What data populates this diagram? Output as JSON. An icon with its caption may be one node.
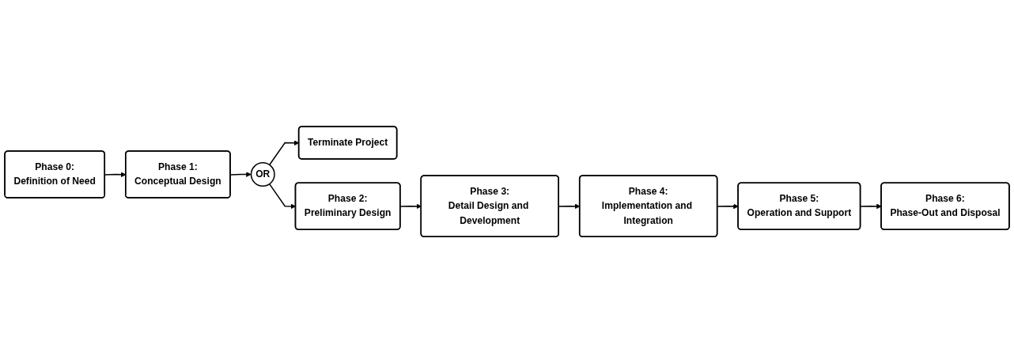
{
  "diagram": {
    "nodes": [
      {
        "text": [
          "Terminate Project"
        ]
      },
      {
        "text": [
          "Phase 0:",
          "Definition of Need"
        ]
      },
      {
        "text": [
          "Phase 1:",
          "Conceptual Design"
        ]
      },
      {
        "text": [
          "OR"
        ]
      },
      {
        "text": [
          "Phase 2:",
          "Preliminary Design"
        ]
      },
      {
        "text": [
          "Phase 3:",
          "Detail Design and Development"
        ]
      },
      {
        "text": [
          "Phase 4:",
          "Implementation and Integration"
        ]
      },
      {
        "text": [
          "Phase 5:",
          "Operation and Support"
        ]
      },
      {
        "text": [
          "Phase 6:",
          "Phase-Out and Disposal"
        ]
      }
    ],
    "edges": [
      {
        "from": 1,
        "to": 2,
        "arrow": "to"
      },
      {
        "from": 2,
        "to": 3,
        "arrow": "to"
      },
      {
        "from": 3,
        "to": 0,
        "arrow": "to"
      },
      {
        "from": 3,
        "to": 4,
        "arrow": "to"
      },
      {
        "from": 4,
        "to": 5,
        "arrow": "to"
      },
      {
        "from": 5,
        "to": 6,
        "arrow": "to"
      },
      {
        "from": 6,
        "to": 7,
        "arrow": "to"
      },
      {
        "from": 7,
        "to": 8,
        "arrow": "to"
      }
    ]
  }
}
